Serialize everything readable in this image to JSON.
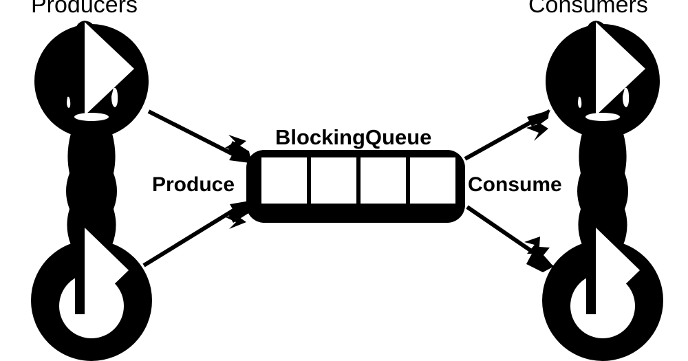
{
  "diagram": {
    "title": "Producers / BlockingQueue / Consumers",
    "background_color": "#ffffff",
    "ink_color": "#000000"
  },
  "headings": {
    "left": "Producers",
    "right": "Consumers"
  },
  "queue": {
    "title": "BlockingQueue",
    "cell_count": 4,
    "cells": [
      "",
      "",
      "",
      ""
    ],
    "fill_color": "#000000",
    "cell_color": "#ffffff"
  },
  "edges": {
    "produce_label": "Produce",
    "consume_label": "Consume"
  },
  "actors": {
    "producers": [
      {
        "name": "producer-thread-top",
        "style": "solid-head"
      },
      {
        "name": "producer-thread-bottom",
        "style": "ring-head"
      }
    ],
    "consumers": [
      {
        "name": "consumer-thread-top",
        "style": "solid-head"
      },
      {
        "name": "consumer-thread-bottom",
        "style": "ring-head"
      }
    ]
  },
  "icons": {
    "producer_figure": "person-figure-icon",
    "consumer_figure": "person-figure-icon",
    "arrow": "arrow-icon",
    "queue_box": "queue-box-icon"
  }
}
